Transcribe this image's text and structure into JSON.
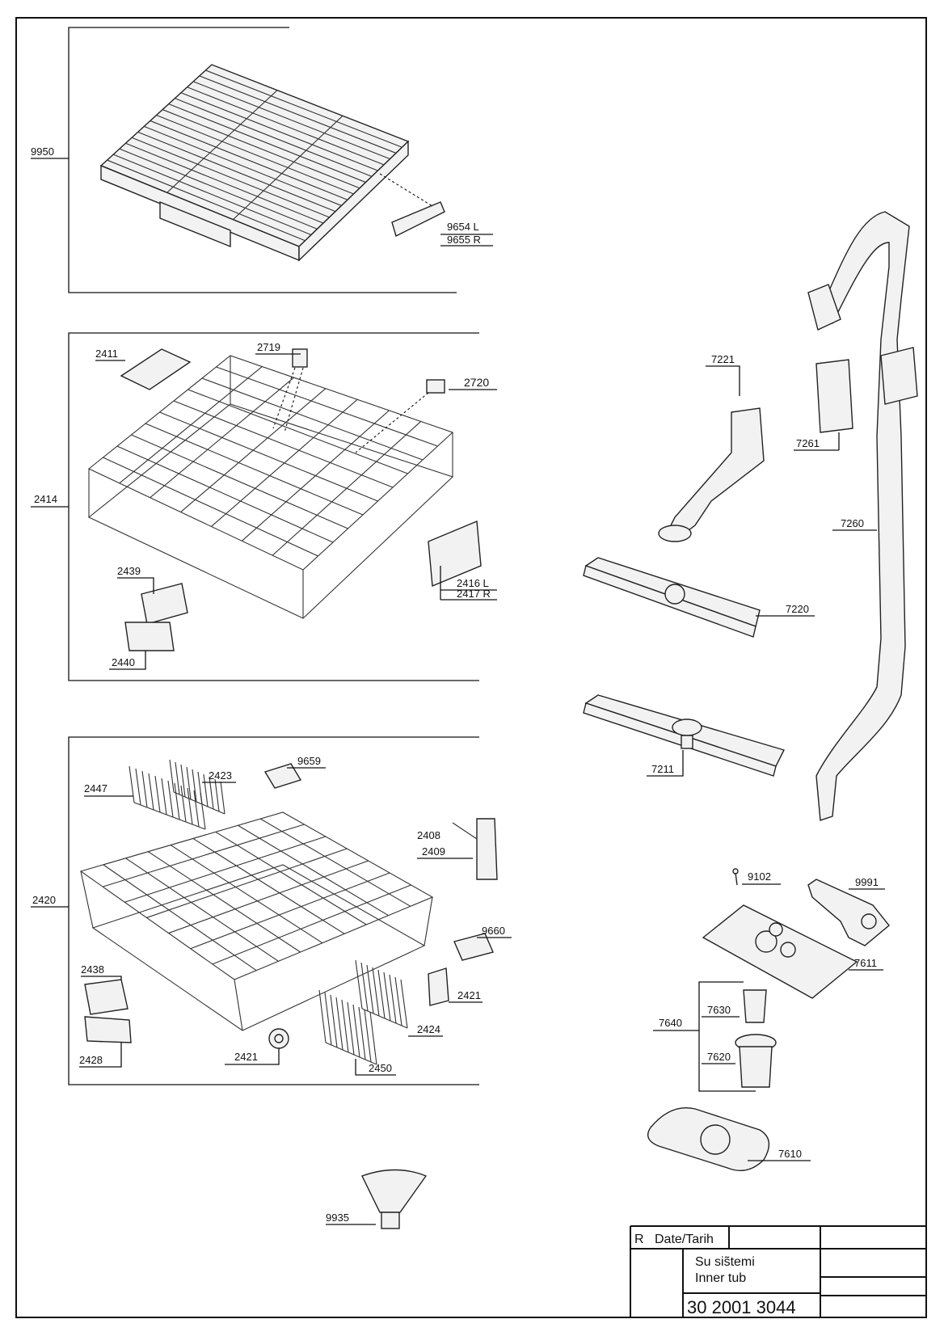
{
  "callouts": {
    "p9950": "9950",
    "p9654": "9654 L",
    "p9655": "9655 R",
    "p2411": "2411",
    "p2719": "2719",
    "p2720": "2720",
    "p2414": "2414",
    "p2439": "2439",
    "p2440": "2440",
    "p2416": "2416 L",
    "p2417": "2417 R",
    "p2447": "2447",
    "p2423": "2423",
    "p9659": "9659",
    "p2408": "2408",
    "p2409": "2409",
    "p2420": "2420",
    "p9660": "9660",
    "p2438": "2438",
    "p2421a": "2421",
    "p2421b": "2421",
    "p2424": "2424",
    "p2428": "2428",
    "p2450": "2450",
    "p9935": "9935",
    "p7221": "7221",
    "p7261": "7261",
    "p7260": "7260",
    "p7220": "7220",
    "p7211": "7211",
    "p9102": "9102",
    "p9991": "9991",
    "p7611": "7611",
    "p7640": "7640",
    "p7630": "7630",
    "p7620": "7620",
    "p7610": "7610"
  },
  "title_block": {
    "rev_label": "R",
    "date_label": "Date/Tarih",
    "name_line1": "Su sis̃temi",
    "name_line2": "Inner tub",
    "code": "30 2001 3044"
  }
}
